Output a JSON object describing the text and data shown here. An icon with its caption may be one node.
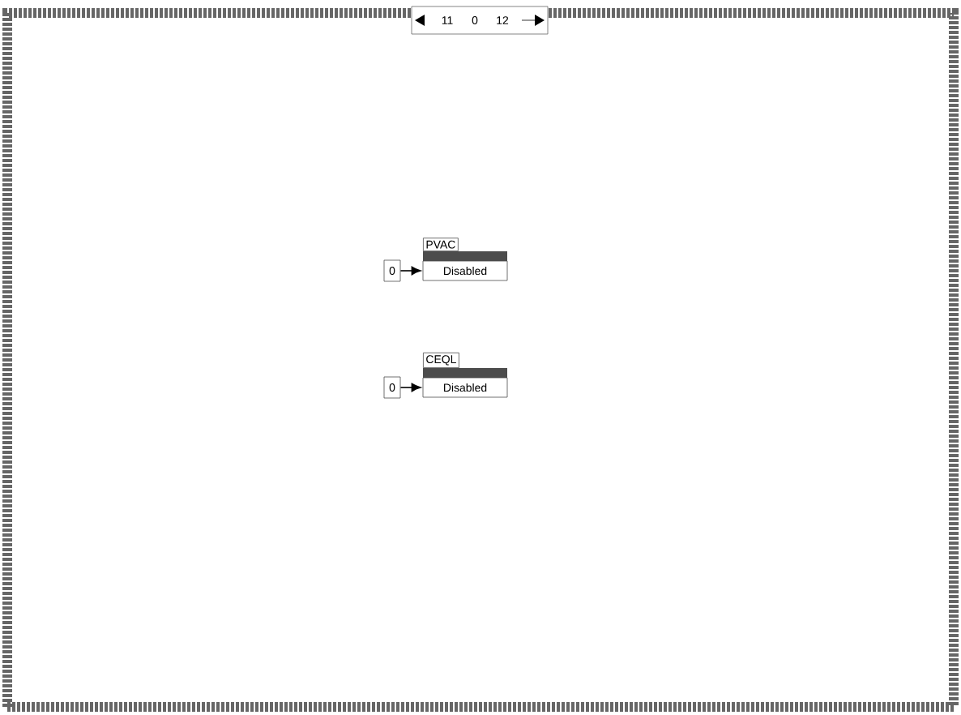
{
  "diagram": {
    "nodes": [
      {
        "text": [],
        "shape": "box"
      },
      {
        "text": [
          "PVAC",
          "Disabled"
        ],
        "in": 0
      },
      {
        "text": [
          "0"
        ],
        "in": 0
      },
      {
        "text": [
          "CEQL",
          "Disabled"
        ],
        "in": 0
      },
      {
        "text": [
          "0"
        ],
        "in": 0
      }
    ],
    "edges": [
      {
        "from": 2,
        "to": 1,
        "arrow": "to"
      },
      {
        "from": 4,
        "to": 3,
        "arrow": "to"
      }
    ],
    "labels": [
      "11",
      "0",
      "12"
    ]
  }
}
